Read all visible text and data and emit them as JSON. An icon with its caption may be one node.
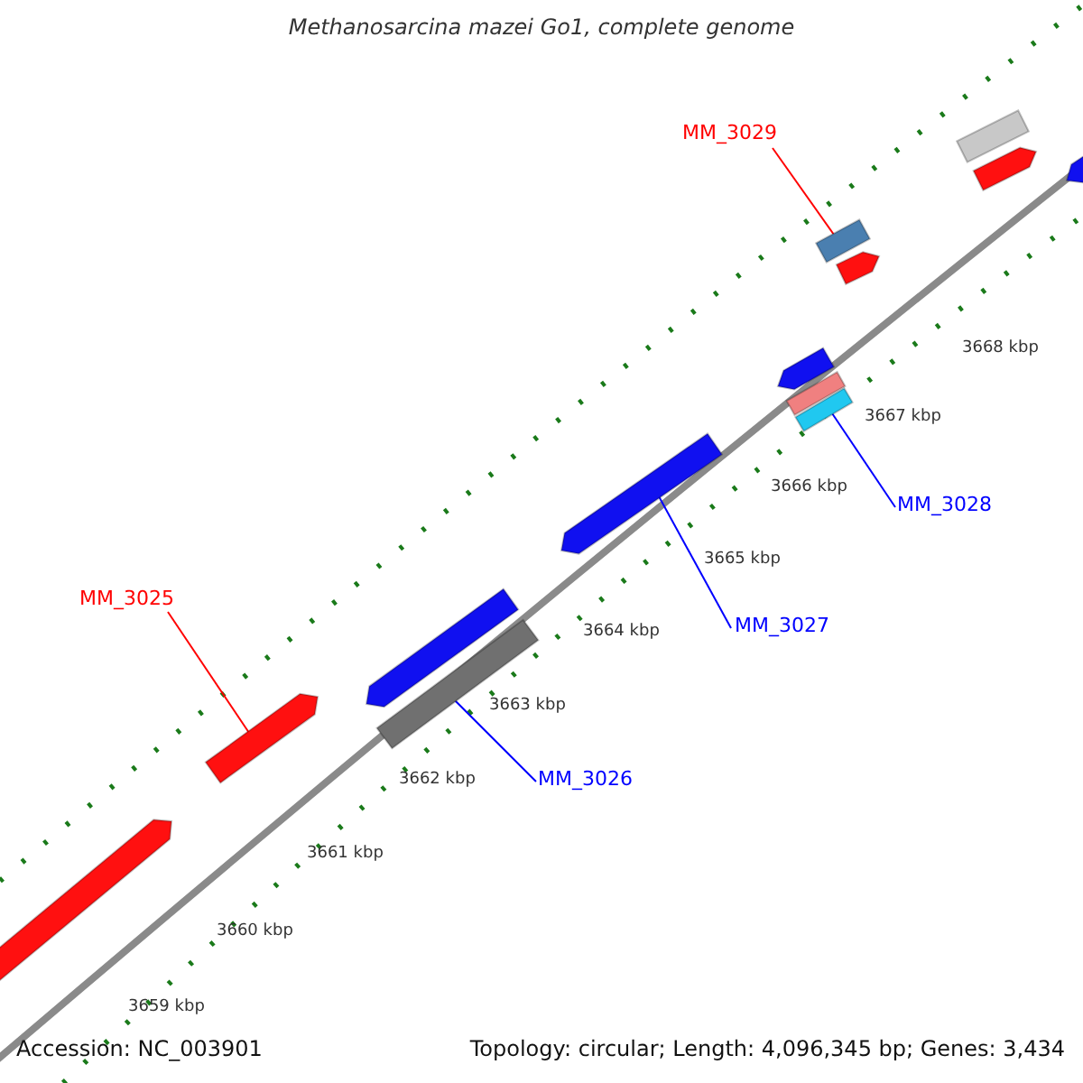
{
  "diagram": {
    "title": "Methanosarcina mazei Go1, complete genome",
    "nodes": [
      {
        "text": [
          "MM_3029"
        ]
      },
      {
        "text": [],
        "shape": "bar"
      },
      {
        "text": [
          "MM_3028"
        ]
      },
      {
        "text": [],
        "shape": "bar"
      },
      {
        "text": [
          "MM_3027"
        ]
      },
      {
        "text": [],
        "shape": "bar"
      },
      {
        "text": [
          "MM_3025"
        ]
      },
      {
        "text": [],
        "shape": "bar"
      },
      {
        "text": [
          "MM_3026"
        ]
      },
      {
        "text": [],
        "shape": "bar"
      },
      {
        "text": [],
        "shape": "bar"
      },
      {
        "text": [],
        "shape": "bar"
      },
      {
        "text": [],
        "shape": "bar"
      },
      {
        "text": [],
        "shape": "bar"
      },
      {
        "text": [],
        "shape": "bar"
      },
      {
        "text": [],
        "shape": "bar"
      },
      {
        "text": [],
        "shape": "bar"
      },
      {
        "text": [],
        "shape": "bar"
      }
    ],
    "edges": [
      {
        "from": 0,
        "to": 1,
        "arrow": "none",
        "color": "#ff0000"
      },
      {
        "from": 2,
        "to": 3,
        "arrow": "none"
      },
      {
        "from": 4,
        "to": 5,
        "arrow": "none"
      },
      {
        "from": 6,
        "to": 7,
        "arrow": "none",
        "color": "#ff0000"
      },
      {
        "from": 8,
        "to": 9,
        "arrow": "none"
      }
    ],
    "labels": [
      "3668 kbp",
      "3667 kbp",
      "3666 kbp",
      "3665 kbp",
      "3664 kbp",
      "3663 kbp",
      "3662 kbp",
      "3661 kbp",
      "3660 kbp",
      "3659 kbp",
      "Accession: NC_003901",
      "Topology: circular; Length: 4,096,345 bp; Genes: 3,434"
    ]
  }
}
